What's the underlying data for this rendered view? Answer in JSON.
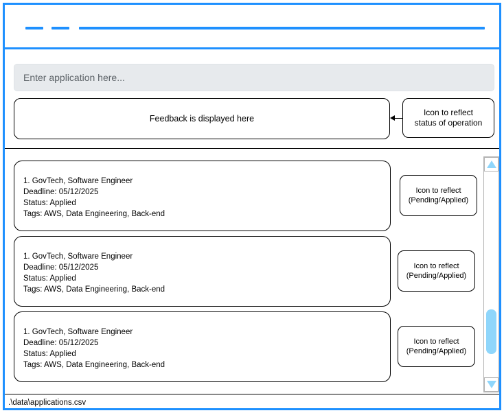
{
  "window": {
    "frame_color": "#1e90ff"
  },
  "menubar": {
    "placeholder_items": [
      "menu-dash-1",
      "menu-dash-2"
    ],
    "title_line": "title-placeholder-line"
  },
  "search": {
    "placeholder": "Enter application here...",
    "value": ""
  },
  "feedback": {
    "text": "Feedback is displayed here",
    "annotation": {
      "line1": "Icon to reflect",
      "line2": "status of operation"
    }
  },
  "applications": [
    {
      "title": "1. GovTech, Software Engineer",
      "deadline": "Deadline: 05/12/2025",
      "status": "Status: Applied",
      "tags": "Tags: AWS, Data Engineering, Back-end",
      "annotation": {
        "line1": "Icon to reflect",
        "line2": "(Pending/Applied)"
      }
    },
    {
      "title": "1. GovTech, Software Engineer",
      "deadline": "Deadline: 05/12/2025",
      "status": "Status: Applied",
      "tags": "Tags: AWS, Data Engineering, Back-end",
      "annotation": {
        "line1": "Icon to reflect",
        "line2": "(Pending/Applied)"
      }
    },
    {
      "title": "1. GovTech, Software Engineer",
      "deadline": "Deadline: 05/12/2025",
      "status": "Status: Applied",
      "tags": "Tags: AWS, Data Engineering, Back-end",
      "annotation": {
        "line1": "Icon to reflect",
        "line2": "(Pending/Applied)"
      }
    }
  ],
  "scrollbar": {
    "up_arrow": "triangle-up-icon",
    "down_arrow": "triangle-down-icon",
    "thumb_color": "#8fd6fb"
  },
  "statusbar": {
    "path": ".\\data\\applications.csv"
  }
}
